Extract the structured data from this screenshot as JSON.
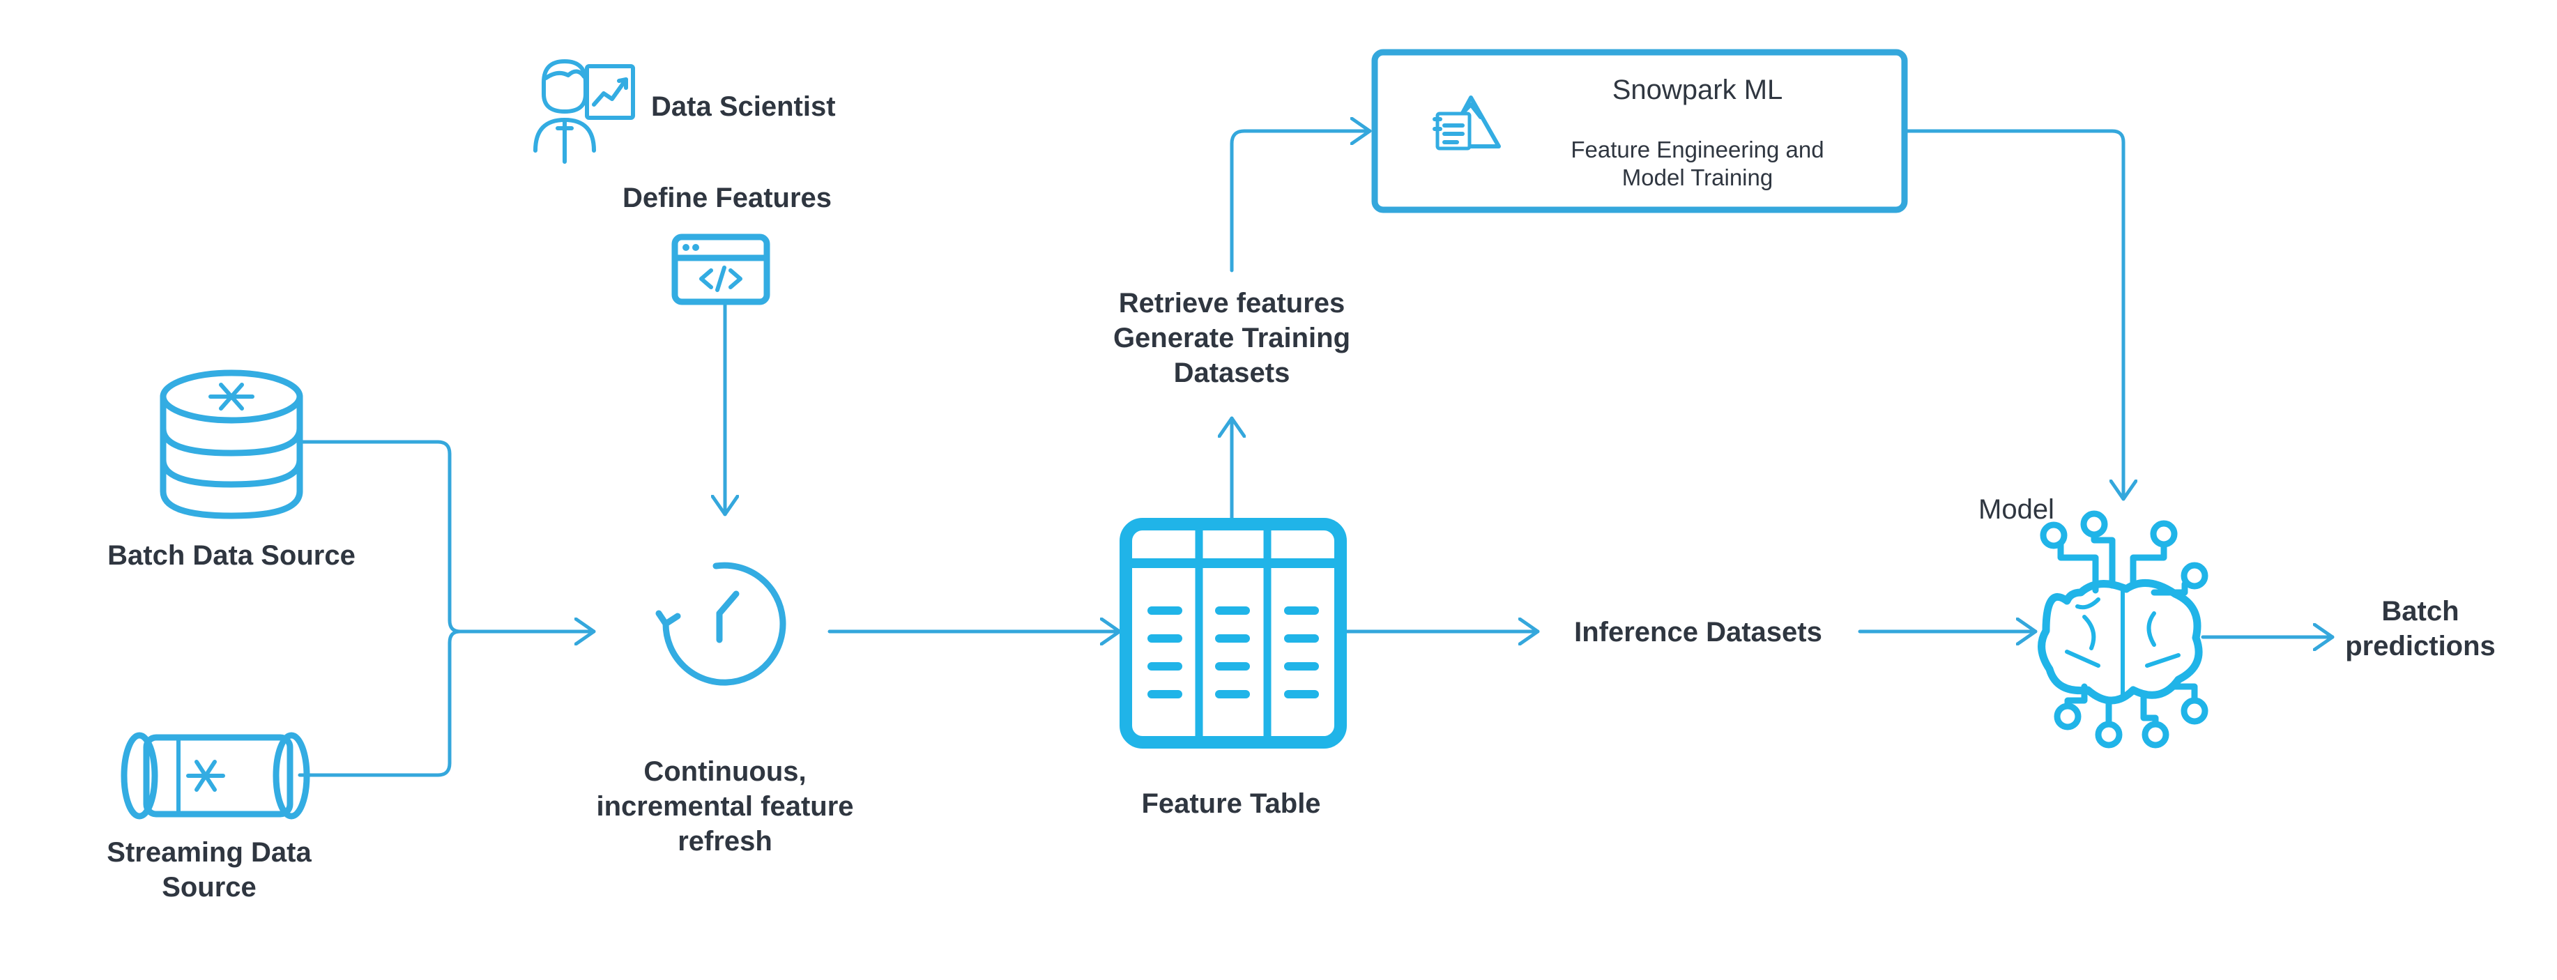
{
  "nodes": {
    "data_scientist": "Data Scientist",
    "define_features": "Define Features",
    "batch_source": "Batch Data Source",
    "streaming_source": [
      "Streaming Data",
      "Source"
    ],
    "refresh": [
      "Continuous,",
      "incremental feature",
      "refresh"
    ],
    "feature_table": "Feature Table",
    "retrieve": [
      "Retrieve features",
      "Generate Training",
      "Datasets"
    ],
    "snowpark_title": "Snowpark ML",
    "snowpark_sub": [
      "Feature Engineering and",
      "Model Training"
    ],
    "inference": "Inference Datasets",
    "model": "Model",
    "batch_predictions": [
      "Batch",
      "predictions"
    ]
  },
  "colors": {
    "accent": "#33ace2",
    "text": "#2f3640"
  },
  "icons": {
    "data_scientist": "presenter-chart-icon",
    "define_features": "code-window-icon",
    "batch_source": "database-snowflake-icon",
    "streaming_source": "pipe-snowflake-icon",
    "refresh": "refresh-clock-icon",
    "feature_table": "table-icon",
    "snowpark": "snowpark-notebook-icon",
    "model": "brain-circuit-icon"
  }
}
